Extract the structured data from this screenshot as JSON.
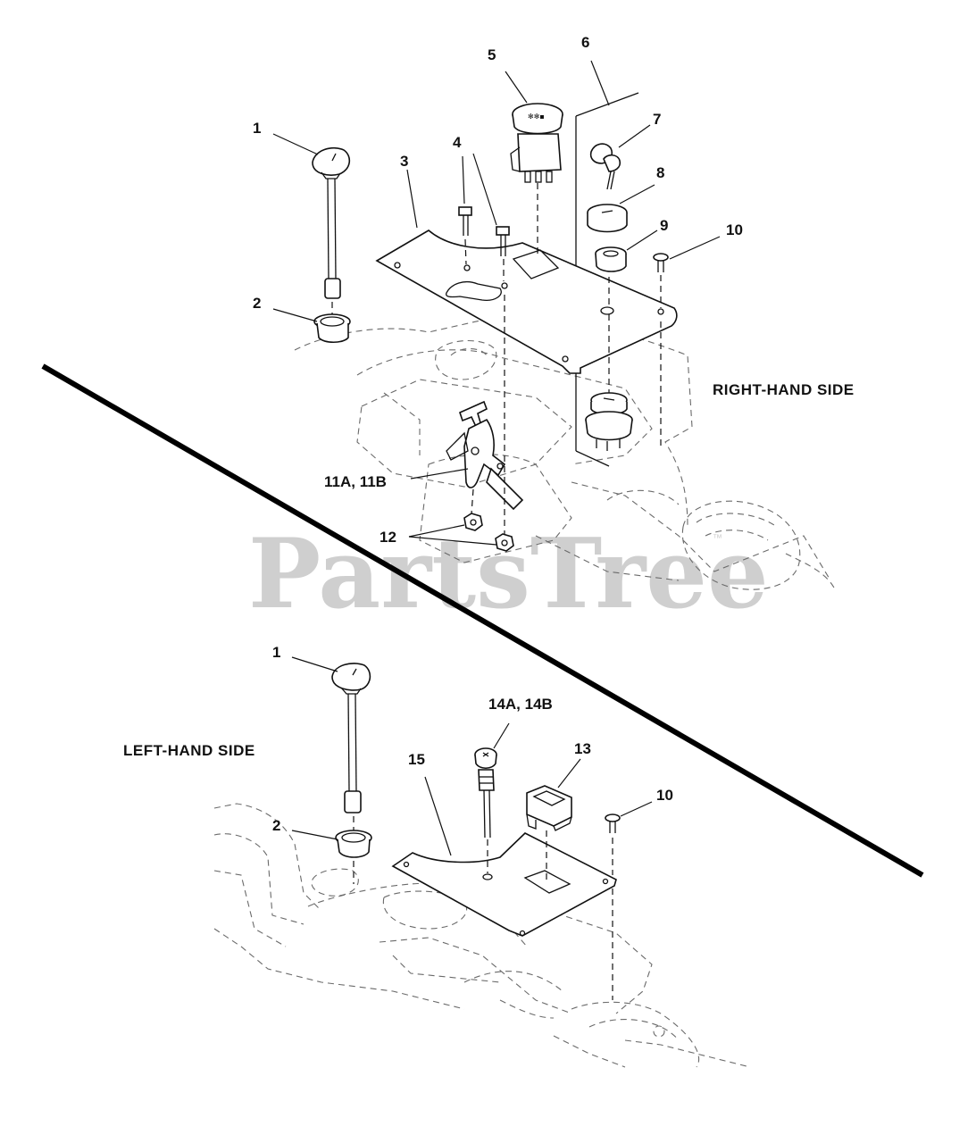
{
  "watermark": {
    "text": "PartsTree",
    "trademark": "™"
  },
  "sections": {
    "right": {
      "title": "RIGHT-HAND SIDE"
    },
    "left": {
      "title": "LEFT-HAND SIDE"
    }
  },
  "callouts": {
    "r1": "1",
    "r2": "2",
    "r3": "3",
    "r4": "4",
    "r5": "5",
    "r6": "6",
    "r7": "7",
    "r8": "8",
    "r9": "9",
    "r10": "10",
    "r11": "11A, 11B",
    "r12": "12",
    "l1": "1",
    "l2": "2",
    "l10": "10",
    "l13": "13",
    "l14": "14A, 14B",
    "l15": "15"
  }
}
